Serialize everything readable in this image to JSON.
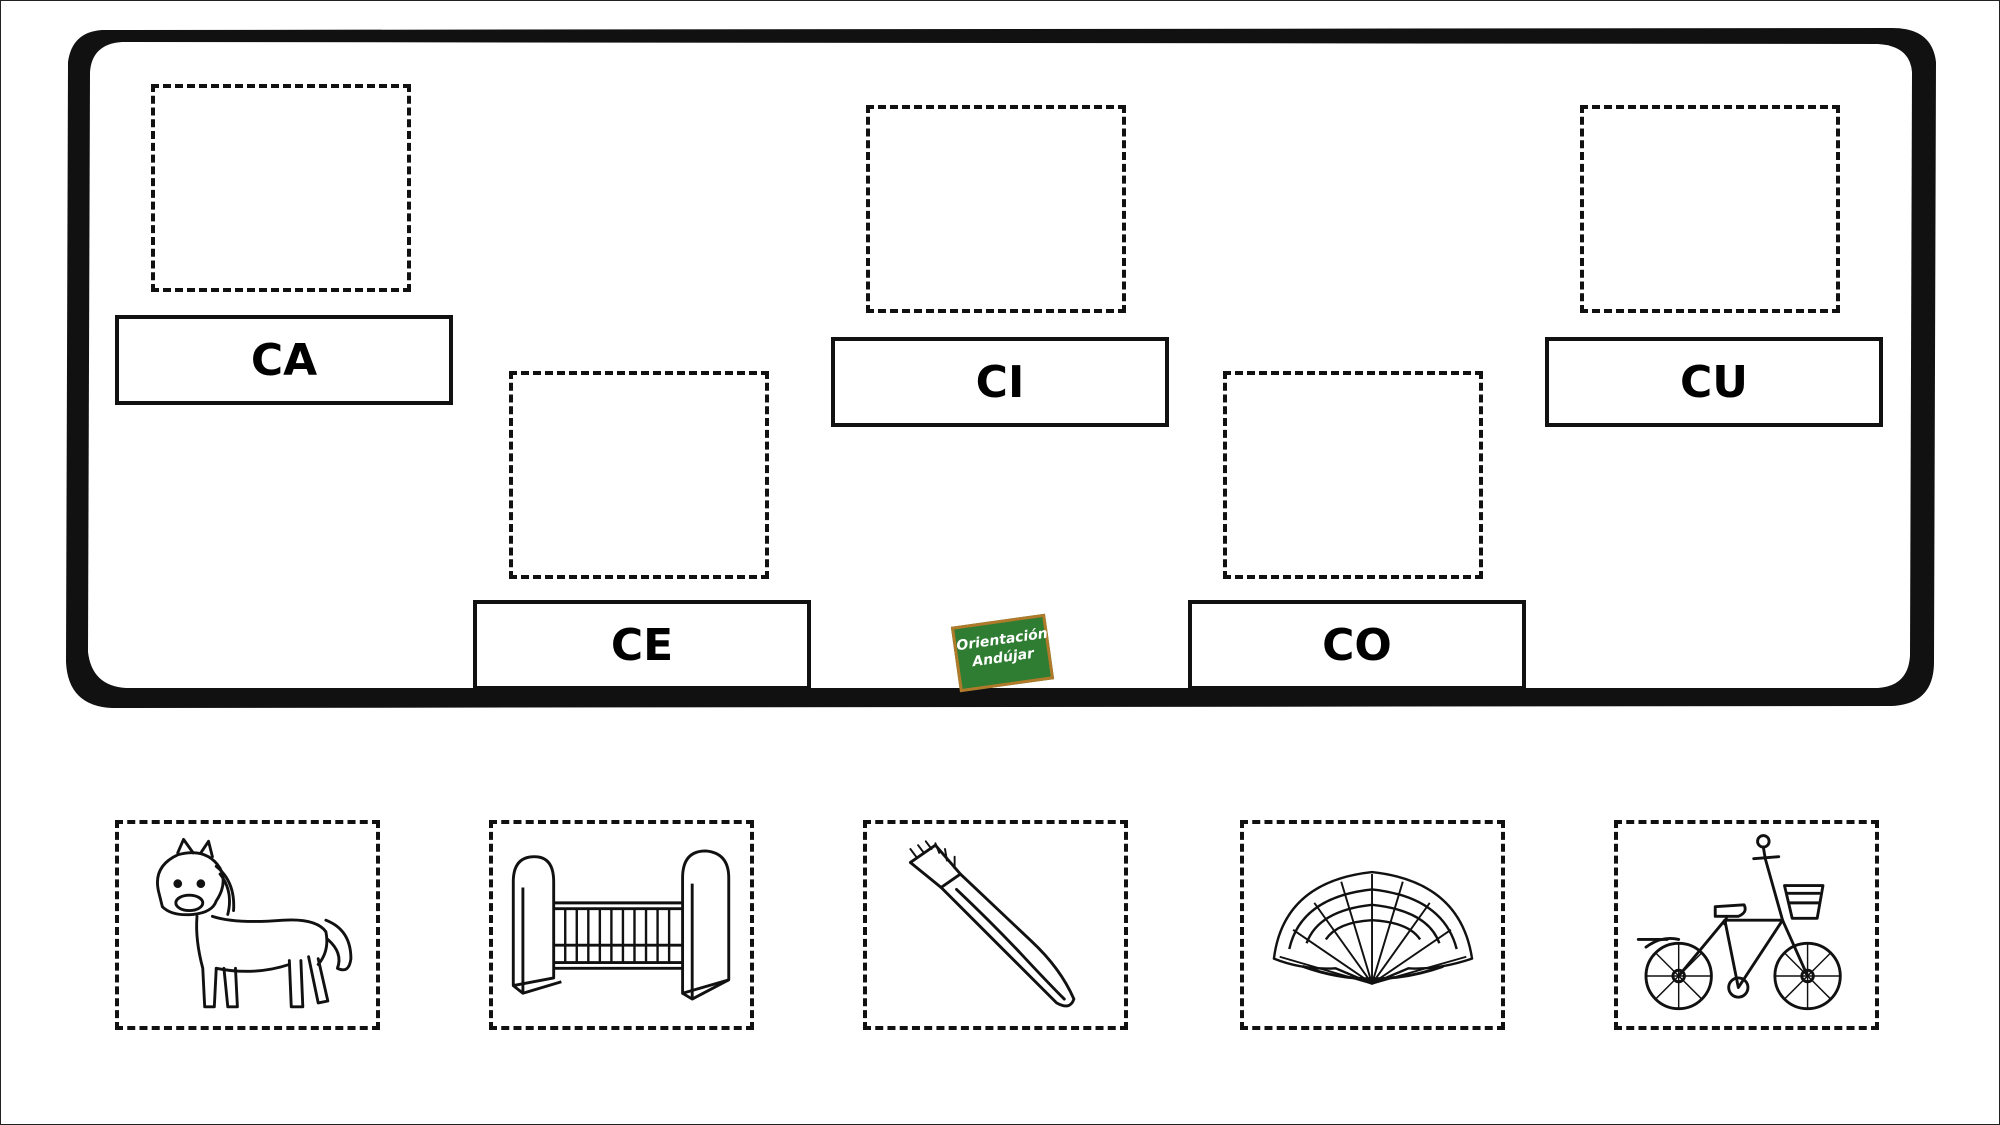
{
  "worksheet": {
    "syllables": [
      {
        "id": "ca",
        "label": "CA"
      },
      {
        "id": "ce",
        "label": "CE"
      },
      {
        "id": "ci",
        "label": "CI"
      },
      {
        "id": "co",
        "label": "CO"
      },
      {
        "id": "cu",
        "label": "CU"
      }
    ],
    "logo": {
      "line1": "Orientación",
      "line2": "Andújar"
    },
    "picture_cards": [
      {
        "id": "horse",
        "icon": "horse-icon"
      },
      {
        "id": "crib",
        "icon": "crib-icon"
      },
      {
        "id": "toothbrush",
        "icon": "toothbrush-icon"
      },
      {
        "id": "fan",
        "icon": "fan-icon"
      },
      {
        "id": "bicycle",
        "icon": "bicycle-icon"
      }
    ]
  },
  "colors": {
    "ink": "#111111",
    "logo_green": "#2e7d32",
    "logo_frame": "#b07a2a"
  }
}
